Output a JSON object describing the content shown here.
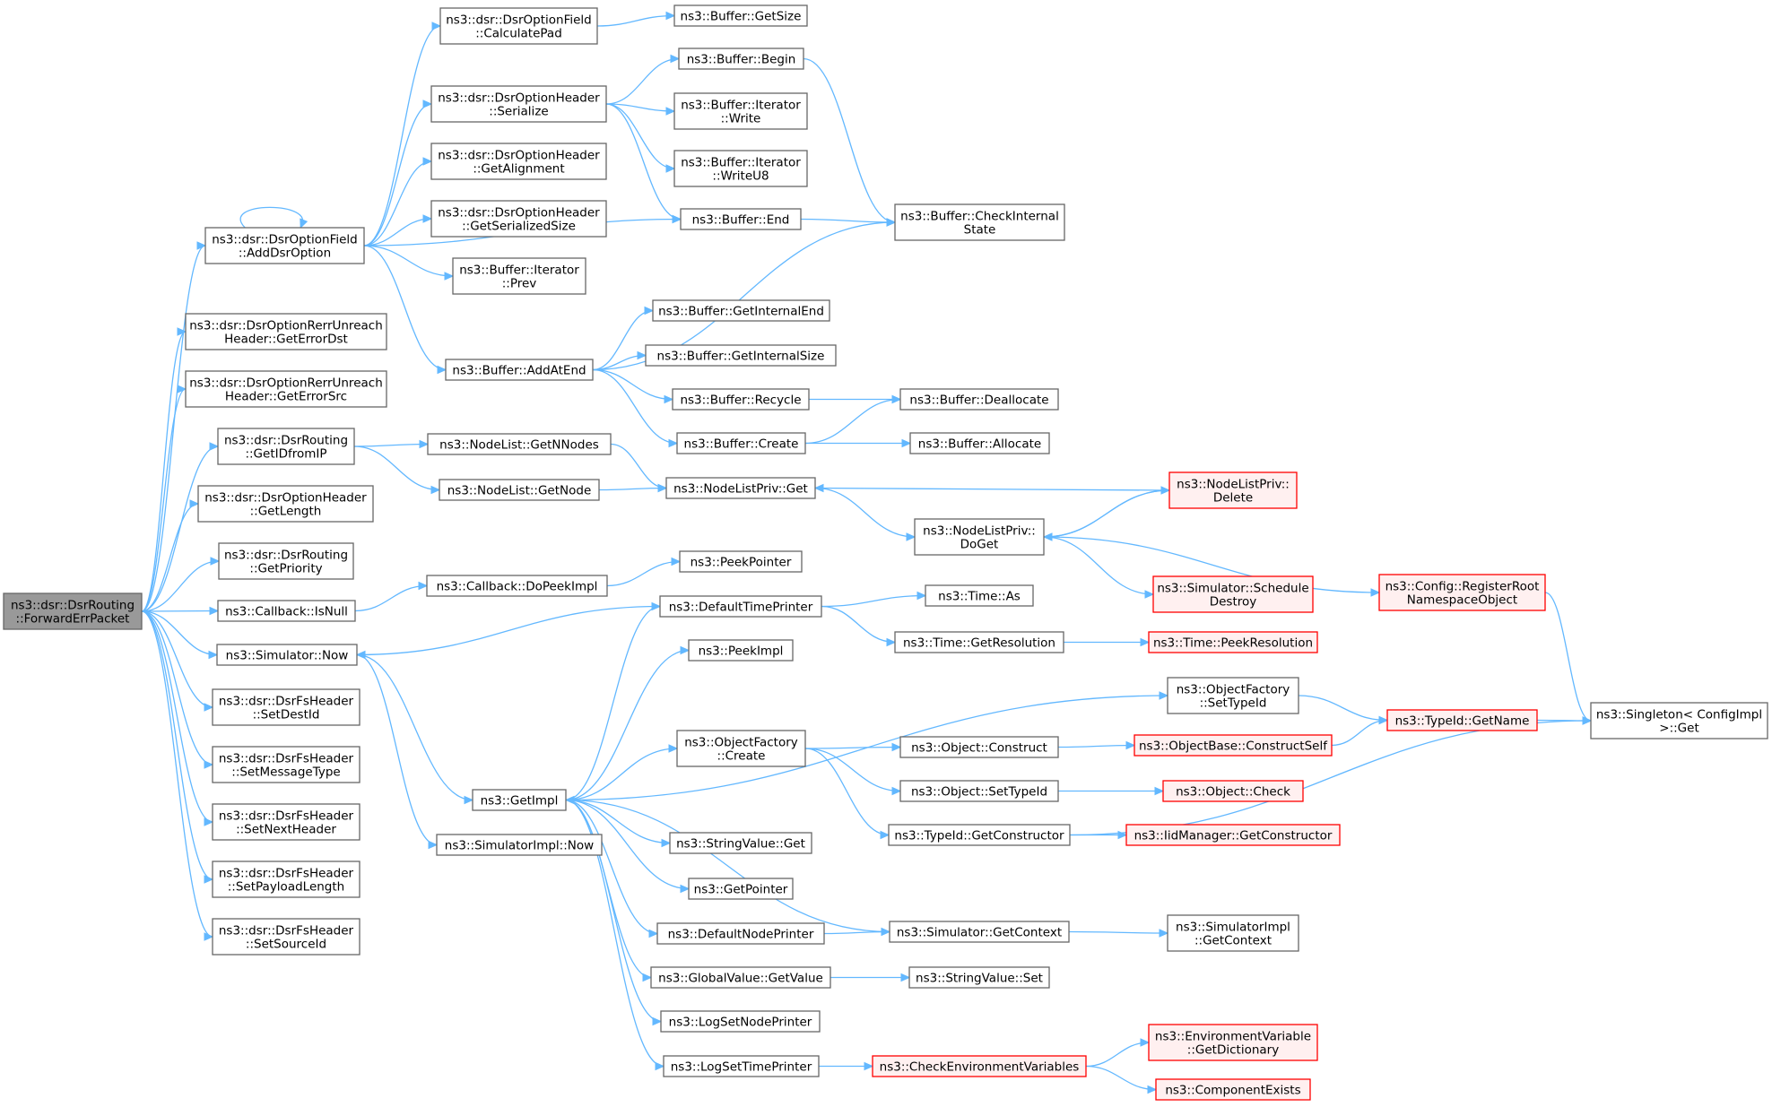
{
  "colors": {
    "edge": "#63b8ff",
    "node_fill": "#ffffff",
    "node_stroke": "#666666",
    "root_fill": "#999999",
    "root_stroke": "#666666",
    "truncated_fill": "#fff0f0",
    "truncated_stroke": "#ff0000",
    "text": "#000000"
  },
  "nodes": [
    {
      "id": "root",
      "lines": [
        "ns3::dsr::DsrRouting",
        "::ForwardErrPacket"
      ],
      "style": "root"
    },
    {
      "id": "addDsrOption",
      "lines": [
        "ns3::dsr::DsrOptionField",
        "::AddDsrOption"
      ]
    },
    {
      "id": "getErrorDst",
      "lines": [
        "ns3::dsr::DsrOptionRerrUnreach",
        "Header::GetErrorDst"
      ]
    },
    {
      "id": "getErrorSrc",
      "lines": [
        "ns3::dsr::DsrOptionRerrUnreach",
        "Header::GetErrorSrc"
      ]
    },
    {
      "id": "getIDfromIP",
      "lines": [
        "ns3::dsr::DsrRouting",
        "::GetIDfromIP"
      ]
    },
    {
      "id": "getLength",
      "lines": [
        "ns3::dsr::DsrOptionHeader",
        "::GetLength"
      ]
    },
    {
      "id": "getPriority",
      "lines": [
        "ns3::dsr::DsrRouting",
        "::GetPriority"
      ]
    },
    {
      "id": "isNull",
      "lines": [
        "ns3::Callback::IsNull"
      ]
    },
    {
      "id": "simNow",
      "lines": [
        "ns3::Simulator::Now"
      ]
    },
    {
      "id": "setDestId",
      "lines": [
        "ns3::dsr::DsrFsHeader",
        "::SetDestId"
      ]
    },
    {
      "id": "setMessageType",
      "lines": [
        "ns3::dsr::DsrFsHeader",
        "::SetMessageType"
      ]
    },
    {
      "id": "setNextHeader",
      "lines": [
        "ns3::dsr::DsrFsHeader",
        "::SetNextHeader"
      ]
    },
    {
      "id": "setPayloadLength",
      "lines": [
        "ns3::dsr::DsrFsHeader",
        "::SetPayloadLength"
      ]
    },
    {
      "id": "setSourceId",
      "lines": [
        "ns3::dsr::DsrFsHeader",
        "::SetSourceId"
      ]
    },
    {
      "id": "calculatePad",
      "lines": [
        "ns3::dsr::DsrOptionField",
        "::CalculatePad"
      ]
    },
    {
      "id": "serialize",
      "lines": [
        "ns3::dsr::DsrOptionHeader",
        "::Serialize"
      ]
    },
    {
      "id": "getAlignment",
      "lines": [
        "ns3::dsr::DsrOptionHeader",
        "::GetAlignment"
      ]
    },
    {
      "id": "getSerializedSize",
      "lines": [
        "ns3::dsr::DsrOptionHeader",
        "::GetSerializedSize"
      ]
    },
    {
      "id": "iterPrev",
      "lines": [
        "ns3::Buffer::Iterator",
        "::Prev"
      ]
    },
    {
      "id": "addAtEnd",
      "lines": [
        "ns3::Buffer::AddAtEnd"
      ]
    },
    {
      "id": "getNNodes",
      "lines": [
        "ns3::NodeList::GetNNodes"
      ]
    },
    {
      "id": "nodeListGetNode",
      "lines": [
        "ns3::NodeList::GetNode"
      ]
    },
    {
      "id": "doPeekImpl",
      "lines": [
        "ns3::Callback::DoPeekImpl"
      ]
    },
    {
      "id": "getImpl",
      "lines": [
        "ns3::GetImpl"
      ]
    },
    {
      "id": "simImplNow",
      "lines": [
        "ns3::SimulatorImpl::Now"
      ]
    },
    {
      "id": "bufGetSize",
      "lines": [
        "ns3::Buffer::GetSize"
      ]
    },
    {
      "id": "bufBegin",
      "lines": [
        "ns3::Buffer::Begin"
      ]
    },
    {
      "id": "iterWrite",
      "lines": [
        "ns3::Buffer::Iterator",
        "::Write"
      ]
    },
    {
      "id": "iterWriteU8",
      "lines": [
        "ns3::Buffer::Iterator",
        "::WriteU8"
      ]
    },
    {
      "id": "bufEnd",
      "lines": [
        "ns3::Buffer::End"
      ]
    },
    {
      "id": "getInternalEnd",
      "lines": [
        "ns3::Buffer::GetInternalEnd"
      ]
    },
    {
      "id": "getInternalSize",
      "lines": [
        "ns3::Buffer::GetInternalSize"
      ]
    },
    {
      "id": "recycle",
      "lines": [
        "ns3::Buffer::Recycle"
      ]
    },
    {
      "id": "create",
      "lines": [
        "ns3::Buffer::Create"
      ]
    },
    {
      "id": "nodeListPrivGet",
      "lines": [
        "ns3::NodeListPriv::Get"
      ]
    },
    {
      "id": "peekPointer",
      "lines": [
        "ns3::PeekPointer"
      ]
    },
    {
      "id": "defaultTimePrinter",
      "lines": [
        "ns3::DefaultTimePrinter"
      ]
    },
    {
      "id": "peekImpl",
      "lines": [
        "ns3::PeekImpl"
      ]
    },
    {
      "id": "objFactoryCreate",
      "lines": [
        "ns3::ObjectFactory",
        "::Create"
      ]
    },
    {
      "id": "stringValueGet",
      "lines": [
        "ns3::StringValue::Get"
      ]
    },
    {
      "id": "getPointer",
      "lines": [
        "ns3::GetPointer"
      ]
    },
    {
      "id": "defaultNodePrinter",
      "lines": [
        "ns3::DefaultNodePrinter"
      ]
    },
    {
      "id": "globalValueGetValue",
      "lines": [
        "ns3::GlobalValue::GetValue"
      ]
    },
    {
      "id": "logSetNodePrinter",
      "lines": [
        "ns3::LogSetNodePrinter"
      ]
    },
    {
      "id": "logSetTimePrinter",
      "lines": [
        "ns3::LogSetTimePrinter"
      ]
    },
    {
      "id": "checkInternalState",
      "lines": [
        "ns3::Buffer::CheckInternal",
        "State"
      ]
    },
    {
      "id": "deallocate",
      "lines": [
        "ns3::Buffer::Deallocate"
      ]
    },
    {
      "id": "allocate",
      "lines": [
        "ns3::Buffer::Allocate"
      ]
    },
    {
      "id": "doGet",
      "lines": [
        "ns3::NodeListPriv::",
        "DoGet"
      ]
    },
    {
      "id": "timeAs",
      "lines": [
        "ns3::Time::As"
      ]
    },
    {
      "id": "getResolution",
      "lines": [
        "ns3::Time::GetResolution"
      ]
    },
    {
      "id": "objConstruct",
      "lines": [
        "ns3::Object::Construct"
      ]
    },
    {
      "id": "objSetTypeId",
      "lines": [
        "ns3::Object::SetTypeId"
      ]
    },
    {
      "id": "typeIdGetConstructor",
      "lines": [
        "ns3::TypeId::GetConstructor"
      ]
    },
    {
      "id": "simGetContext",
      "lines": [
        "ns3::Simulator::GetContext"
      ]
    },
    {
      "id": "stringValueSet",
      "lines": [
        "ns3::StringValue::Set"
      ]
    },
    {
      "id": "checkEnvVars",
      "lines": [
        "ns3::CheckEnvironmentVariables"
      ],
      "style": "truncated"
    },
    {
      "id": "nlpDelete",
      "lines": [
        "ns3::NodeListPriv::",
        "Delete"
      ],
      "style": "truncated"
    },
    {
      "id": "schedDestroy",
      "lines": [
        "ns3::Simulator::Schedule",
        "Destroy"
      ],
      "style": "truncated"
    },
    {
      "id": "peekResolution",
      "lines": [
        "ns3::Time::PeekResolution"
      ],
      "style": "truncated"
    },
    {
      "id": "objFactorySetTypeId",
      "lines": [
        "ns3::ObjectFactory",
        "::SetTypeId"
      ]
    },
    {
      "id": "constructSelf",
      "lines": [
        "ns3::ObjectBase::ConstructSelf"
      ],
      "style": "truncated"
    },
    {
      "id": "objCheck",
      "lines": [
        "ns3::Object::Check"
      ],
      "style": "truncated"
    },
    {
      "id": "iidGetConstructor",
      "lines": [
        "ns3::IidManager::GetConstructor"
      ],
      "style": "truncated"
    },
    {
      "id": "simImplGetContext",
      "lines": [
        "ns3::SimulatorImpl",
        "::GetContext"
      ]
    },
    {
      "id": "envGetDictionary",
      "lines": [
        "ns3::EnvironmentVariable",
        "::GetDictionary"
      ],
      "style": "truncated"
    },
    {
      "id": "componentExists",
      "lines": [
        "ns3::ComponentExists"
      ],
      "style": "truncated"
    },
    {
      "id": "registerRootNs",
      "lines": [
        "ns3::Config::RegisterRoot",
        "NamespaceObject"
      ],
      "style": "truncated"
    },
    {
      "id": "typeIdGetName",
      "lines": [
        "ns3::TypeId::GetName"
      ],
      "style": "truncated"
    },
    {
      "id": "singletonGet",
      "lines": [
        "ns3::Singleton< ConfigImpl",
        ">::Get"
      ]
    }
  ],
  "edges": [
    [
      "root",
      "addDsrOption"
    ],
    [
      "root",
      "getErrorDst"
    ],
    [
      "root",
      "getErrorSrc"
    ],
    [
      "root",
      "getIDfromIP"
    ],
    [
      "root",
      "getLength"
    ],
    [
      "root",
      "getPriority"
    ],
    [
      "root",
      "isNull"
    ],
    [
      "root",
      "simNow"
    ],
    [
      "root",
      "setDestId"
    ],
    [
      "root",
      "setMessageType"
    ],
    [
      "root",
      "setNextHeader"
    ],
    [
      "root",
      "setPayloadLength"
    ],
    [
      "root",
      "setSourceId"
    ],
    [
      "addDsrOption",
      "addDsrOption"
    ],
    [
      "addDsrOption",
      "calculatePad"
    ],
    [
      "addDsrOption",
      "serialize"
    ],
    [
      "addDsrOption",
      "getAlignment"
    ],
    [
      "addDsrOption",
      "getSerializedSize"
    ],
    [
      "addDsrOption",
      "iterPrev"
    ],
    [
      "addDsrOption",
      "addAtEnd"
    ],
    [
      "addDsrOption",
      "bufEnd"
    ],
    [
      "calculatePad",
      "bufGetSize"
    ],
    [
      "serialize",
      "bufBegin"
    ],
    [
      "serialize",
      "iterWrite"
    ],
    [
      "serialize",
      "iterWriteU8"
    ],
    [
      "serialize",
      "bufEnd"
    ],
    [
      "bufBegin",
      "checkInternalState"
    ],
    [
      "bufEnd",
      "checkInternalState"
    ],
    [
      "addAtEnd",
      "checkInternalState"
    ],
    [
      "addAtEnd",
      "getInternalEnd"
    ],
    [
      "addAtEnd",
      "getInternalSize"
    ],
    [
      "addAtEnd",
      "recycle"
    ],
    [
      "addAtEnd",
      "create"
    ],
    [
      "recycle",
      "deallocate"
    ],
    [
      "create",
      "deallocate"
    ],
    [
      "create",
      "allocate"
    ],
    [
      "getIDfromIP",
      "getNNodes"
    ],
    [
      "getIDfromIP",
      "nodeListGetNode"
    ],
    [
      "getNNodes",
      "nodeListPrivGet"
    ],
    [
      "nodeListGetNode",
      "nodeListPrivGet"
    ],
    [
      "nodeListPrivGet",
      "doGet"
    ],
    [
      "nlpDelete",
      "nodeListPrivGet"
    ],
    [
      "doGet",
      "nlpDelete"
    ],
    [
      "nlpDelete",
      "doGet"
    ],
    [
      "doGet",
      "schedDestroy"
    ],
    [
      "doGet",
      "registerRootNs"
    ],
    [
      "registerRootNs",
      "singletonGet"
    ],
    [
      "isNull",
      "doPeekImpl"
    ],
    [
      "doPeekImpl",
      "peekPointer"
    ],
    [
      "simNow",
      "getImpl"
    ],
    [
      "simNow",
      "simImplNow"
    ],
    [
      "defaultTimePrinter",
      "simNow"
    ],
    [
      "getImpl",
      "defaultTimePrinter"
    ],
    [
      "getImpl",
      "peekImpl"
    ],
    [
      "getImpl",
      "objFactorySetTypeId"
    ],
    [
      "getImpl",
      "objFactoryCreate"
    ],
    [
      "getImpl",
      "stringValueGet"
    ],
    [
      "getImpl",
      "getPointer"
    ],
    [
      "getImpl",
      "defaultNodePrinter"
    ],
    [
      "getImpl",
      "globalValueGetValue"
    ],
    [
      "getImpl",
      "logSetNodePrinter"
    ],
    [
      "getImpl",
      "logSetTimePrinter"
    ],
    [
      "simGetContext",
      "getImpl"
    ],
    [
      "defaultTimePrinter",
      "timeAs"
    ],
    [
      "defaultTimePrinter",
      "getResolution"
    ],
    [
      "getResolution",
      "peekResolution"
    ],
    [
      "objFactorySetTypeId",
      "typeIdGetName"
    ],
    [
      "typeIdGetName",
      "singletonGet"
    ],
    [
      "objFactoryCreate",
      "objConstruct"
    ],
    [
      "objFactoryCreate",
      "objSetTypeId"
    ],
    [
      "objFactoryCreate",
      "typeIdGetConstructor"
    ],
    [
      "objConstruct",
      "constructSelf"
    ],
    [
      "constructSelf",
      "typeIdGetName"
    ],
    [
      "objSetTypeId",
      "objCheck"
    ],
    [
      "typeIdGetConstructor",
      "iidGetConstructor"
    ],
    [
      "typeIdGetConstructor",
      "singletonGet"
    ],
    [
      "defaultNodePrinter",
      "simGetContext"
    ],
    [
      "simGetContext",
      "simImplGetContext"
    ],
    [
      "globalValueGetValue",
      "stringValueSet"
    ],
    [
      "logSetTimePrinter",
      "checkEnvVars"
    ],
    [
      "checkEnvVars",
      "envGetDictionary"
    ],
    [
      "checkEnvVars",
      "componentExists"
    ]
  ]
}
